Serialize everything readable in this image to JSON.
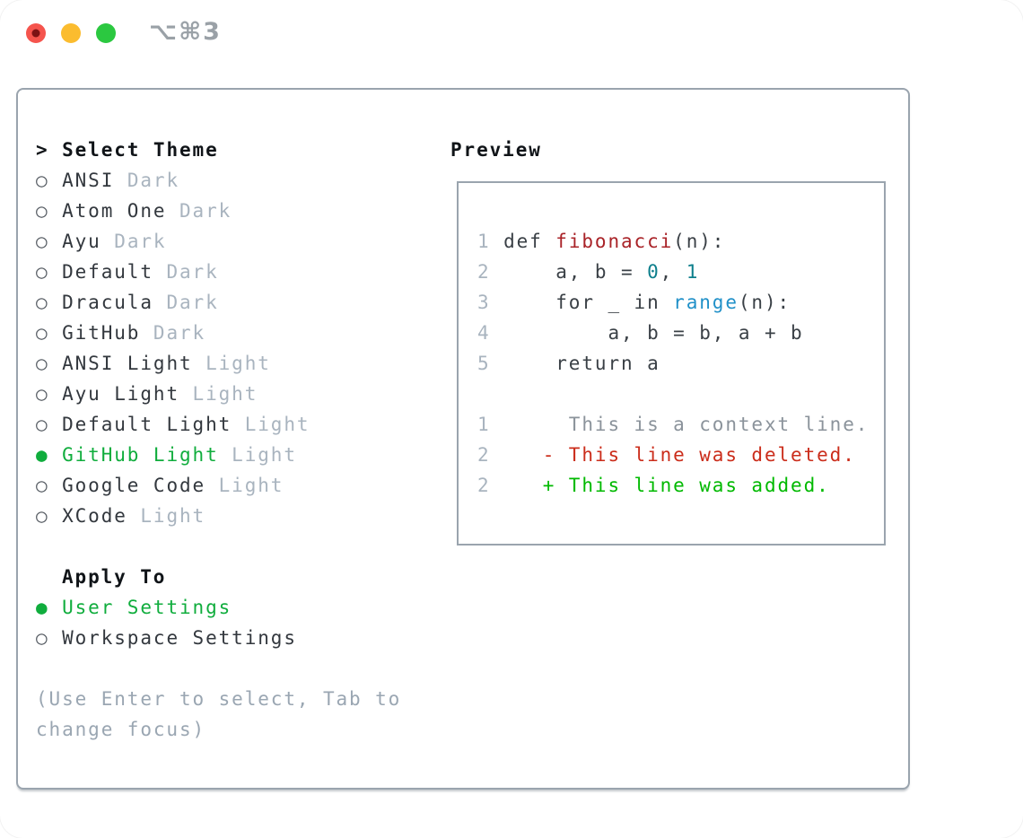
{
  "titlebar": {
    "shortcut": "⌥⌘3",
    "buttons": [
      {
        "name": "close",
        "color": "#f5544d",
        "dot": "#7c1214"
      },
      {
        "name": "minimize",
        "color": "#fbbc2f"
      },
      {
        "name": "zoom",
        "color": "#2bc840"
      }
    ]
  },
  "theme_selector": {
    "prompt": ">",
    "title": "Select Theme",
    "radio_selected": "●",
    "radio_unselected": "○",
    "items": [
      {
        "name": "ANSI",
        "variant": "Dark",
        "selected": false
      },
      {
        "name": "Atom One",
        "variant": "Dark",
        "selected": false
      },
      {
        "name": "Ayu",
        "variant": "Dark",
        "selected": false
      },
      {
        "name": "Default",
        "variant": "Dark",
        "selected": false
      },
      {
        "name": "Dracula",
        "variant": "Dark",
        "selected": false
      },
      {
        "name": "GitHub",
        "variant": "Dark",
        "selected": false
      },
      {
        "name": "ANSI Light",
        "variant": "Light",
        "selected": false
      },
      {
        "name": "Ayu Light",
        "variant": "Light",
        "selected": false
      },
      {
        "name": "Default Light",
        "variant": "Light",
        "selected": false
      },
      {
        "name": "GitHub Light",
        "variant": "Light",
        "selected": true
      },
      {
        "name": "Google Code",
        "variant": "Light",
        "selected": false
      },
      {
        "name": "XCode",
        "variant": "Light",
        "selected": false
      }
    ],
    "apply_to": {
      "title": "Apply To",
      "options": [
        {
          "label": "User Settings",
          "selected": true
        },
        {
          "label": "Workspace Settings",
          "selected": false
        }
      ]
    },
    "hint": [
      "(Use Enter to select, Tab to",
      "change focus)"
    ]
  },
  "preview": {
    "title": "Preview",
    "code_lines": [
      {
        "num": "1",
        "tokens": [
          {
            "t": "def ",
            "c": "d"
          },
          {
            "t": "fibonacci",
            "c": "fn"
          },
          {
            "t": "(n):",
            "c": "d"
          }
        ]
      },
      {
        "num": "2",
        "tokens": [
          {
            "t": "    a, b = ",
            "c": "d"
          },
          {
            "t": "0",
            "c": "num"
          },
          {
            "t": ", ",
            "c": "d"
          },
          {
            "t": "1",
            "c": "num"
          }
        ]
      },
      {
        "num": "3",
        "tokens": [
          {
            "t": "    for _ in ",
            "c": "d"
          },
          {
            "t": "range",
            "c": "bi"
          },
          {
            "t": "(n):",
            "c": "d"
          }
        ]
      },
      {
        "num": "4",
        "tokens": [
          {
            "t": "        a, b = b, a + b",
            "c": "d"
          }
        ]
      },
      {
        "num": "5",
        "tokens": [
          {
            "t": "    return a",
            "c": "d"
          }
        ]
      }
    ],
    "diff_lines": [
      {
        "num": "1",
        "tokens": [
          {
            "t": "     This is a context line.",
            "c": "ctx"
          }
        ]
      },
      {
        "num": "2",
        "tokens": [
          {
            "t": "   - This line was deleted.",
            "c": "del"
          }
        ]
      },
      {
        "num": "2",
        "tokens": [
          {
            "t": "   + This line was added.",
            "c": "add"
          }
        ]
      }
    ]
  },
  "colors": {
    "selection_green": "#10ad3d",
    "added_green": "#00b900",
    "deleted_red": "#cb2d1b",
    "function_red": "#a92328",
    "number_teal": "#0d7f8c",
    "builtin_blue": "#2090c8",
    "border_gray": "#9aa4ae",
    "muted_gray": "#a9b4bf"
  }
}
